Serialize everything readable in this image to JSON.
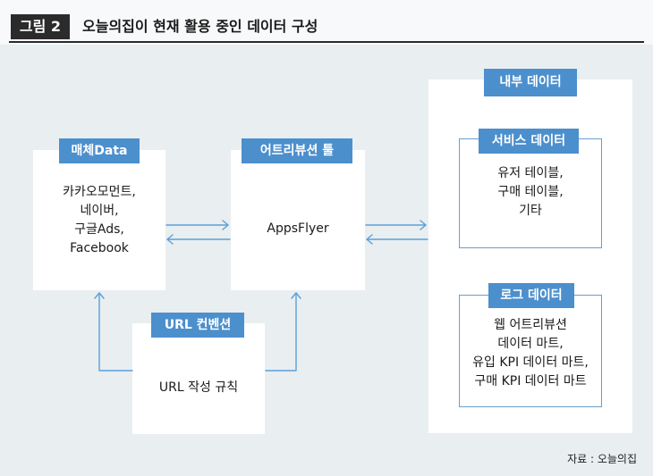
{
  "header": {
    "figure_tag": "그림 2",
    "title": "오늘의집이 현재 활용 중인 데이터 구성"
  },
  "boxes": {
    "media": {
      "label": "매체Data",
      "lines": [
        "카카오모먼트,",
        "네이버,",
        "구글Ads,",
        "Facebook"
      ]
    },
    "attribution": {
      "label": "어트리뷰션 툴",
      "lines": [
        "AppsFlyer"
      ]
    },
    "url": {
      "label": "URL 컨벤션",
      "lines": [
        "URL 작성 규칙"
      ]
    },
    "internal": {
      "label": "내부 데이터",
      "service": {
        "label": "서비스 데이터",
        "lines": [
          "유저 테이블,",
          "구매 테이블,",
          "기타"
        ]
      },
      "log": {
        "label": "로그 데이터",
        "lines": [
          "웹 어트리뷰션",
          "데이터 마트,",
          "유입 KPI 데이터 마트,",
          "구매 KPI 데이터 마트"
        ]
      }
    }
  },
  "source": "자료 : 오늘의집",
  "colors": {
    "label_bg": "#4c8fcd",
    "arrow": "#5aa0d8",
    "background": "#e9eef1"
  }
}
